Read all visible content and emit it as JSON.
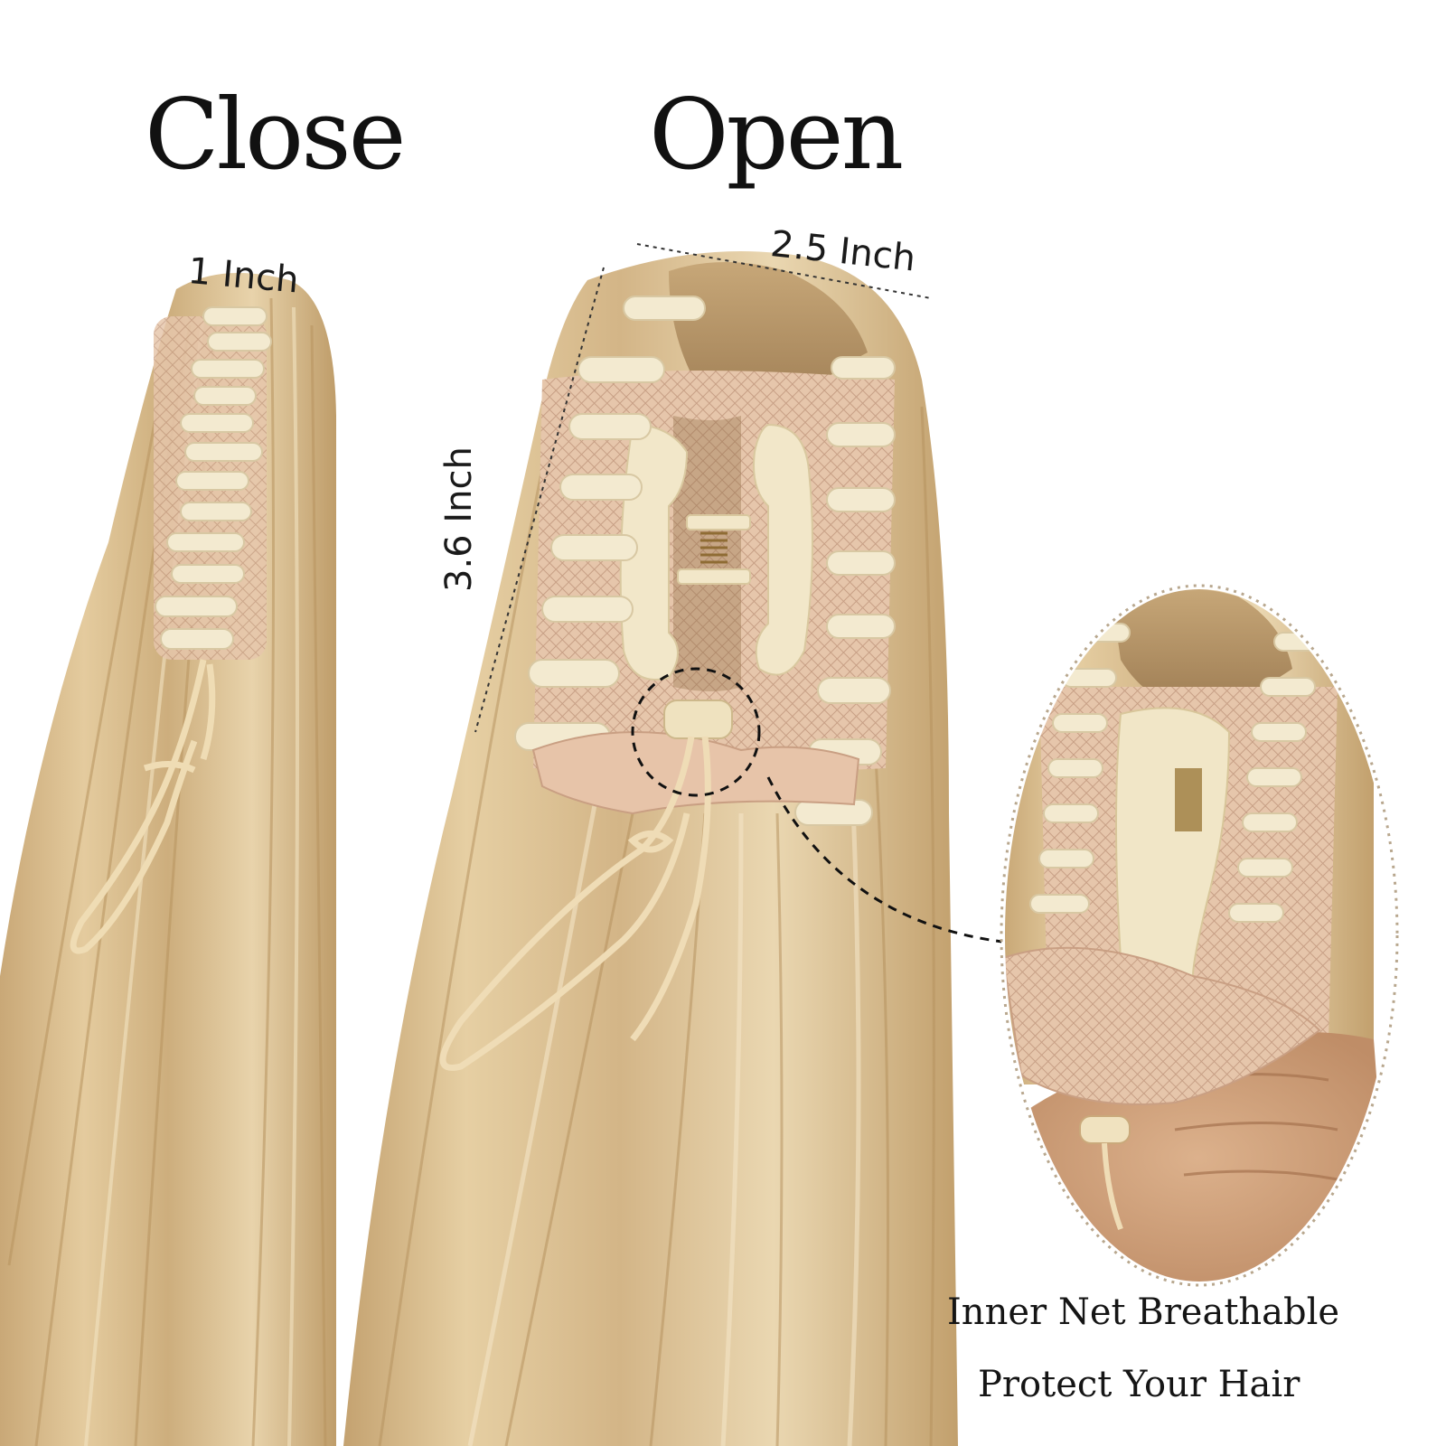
{
  "headings": {
    "close": "Close",
    "open": "Open"
  },
  "measurements": {
    "close_width": "1 Inch",
    "open_width": "2.5 Inch",
    "open_height": "3.6 Inch"
  },
  "caption": {
    "line1": "Inner Net Breathable",
    "line2": "Protect Your Hair"
  },
  "colors": {
    "background": "#ffffff",
    "hair_light": "#e3c89a",
    "hair_mid": "#cbab79",
    "hair_dark": "#a9875a",
    "clip_cream": "#f1e7cb",
    "net_pink": "#e2bea3",
    "spring": "#9c7a3c",
    "skin": "#d4a47c"
  }
}
